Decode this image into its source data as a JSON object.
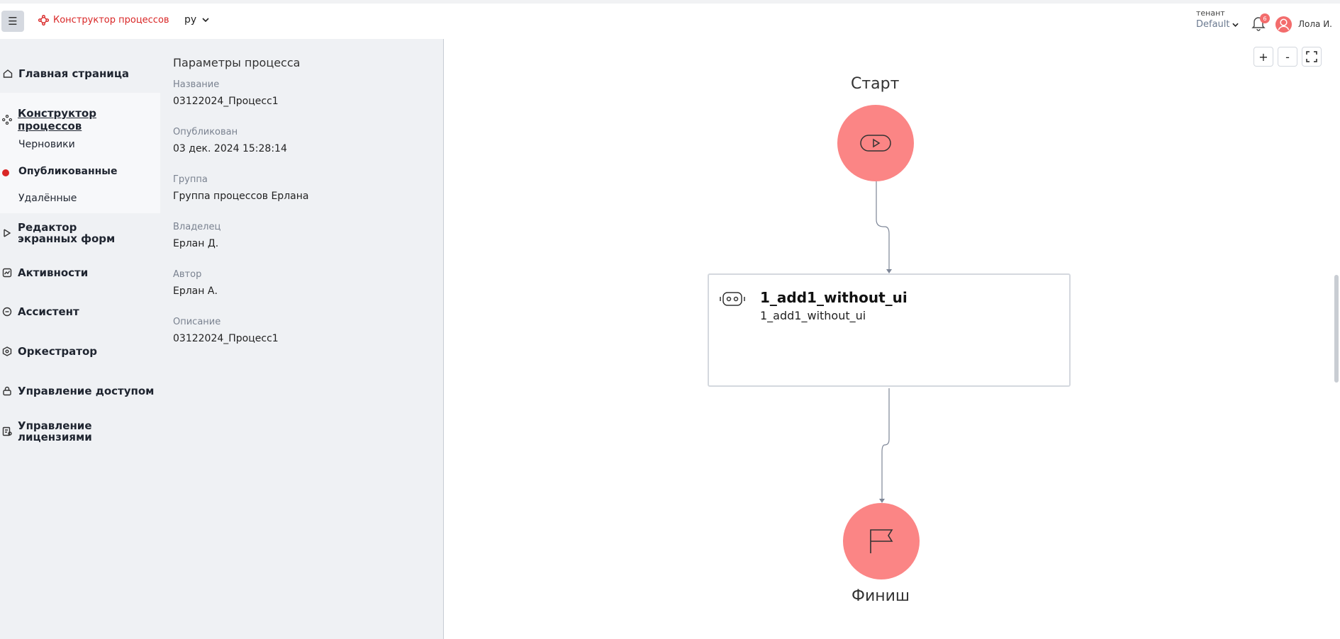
{
  "header": {
    "menu_icon": "hamburger-icon",
    "brand_label": "Конструктор процессов",
    "language": "ру",
    "tenant_label": "тенант",
    "tenant_value": "Default",
    "notification_count": "6",
    "user_name": "Лола И."
  },
  "nav": {
    "items": [
      {
        "label": "Главная страница",
        "icon": "home-icon"
      },
      {
        "label": "Конструктор процессов",
        "icon": "process-icon"
      },
      {
        "label": "Редактор экранных форм",
        "icon": "form-editor-icon"
      },
      {
        "label": "Активности",
        "icon": "activity-icon"
      },
      {
        "label": "Ассистент",
        "icon": "assistant-icon"
      },
      {
        "label": "Оркестратор",
        "icon": "orchestrator-icon"
      },
      {
        "label": "Управление доступом",
        "icon": "access-icon"
      },
      {
        "label": "Управление лицензиями",
        "icon": "license-icon"
      }
    ],
    "sub_items": [
      "Черновики",
      "Опубликованные",
      "Удалённые"
    ]
  },
  "params": {
    "title": "Параметры процесса",
    "fields": [
      {
        "label": "Название",
        "value": "03122024_Процесс1"
      },
      {
        "label": "Опубликован",
        "value": "03 дек. 2024 15:28:14"
      },
      {
        "label": "Группа",
        "value": "Группа процессов Ерлана"
      },
      {
        "label": "Владелец",
        "value": "Ерлан Д."
      },
      {
        "label": "Автор",
        "value": "Ерлан А."
      },
      {
        "label": "Описание",
        "value": "03122024_Процесс1"
      }
    ]
  },
  "canvas": {
    "zoom_in": "+",
    "zoom_out": "-",
    "start_label": "Старт",
    "finish_label": "Финиш",
    "task_title": "1_add1_without_ui",
    "task_subtitle": "1_add1_without_ui",
    "node_color": "#fb8585"
  }
}
